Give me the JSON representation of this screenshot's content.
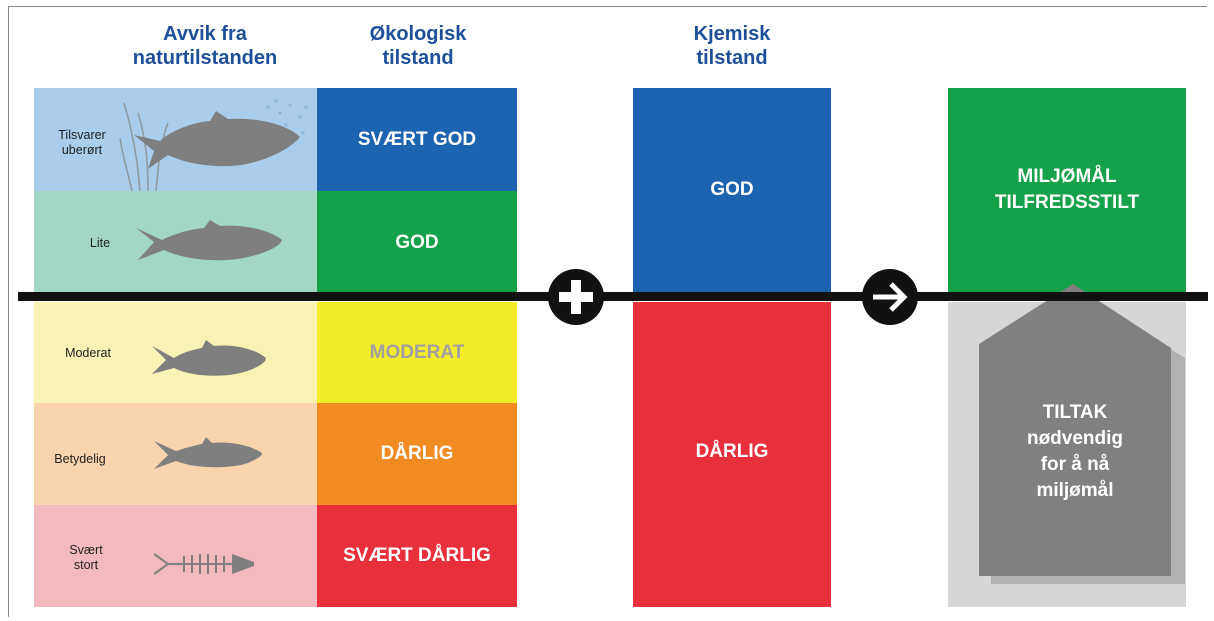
{
  "headers": {
    "deviation": "Avvik fra\nnaturtilstanden",
    "ecological": "Økologisk\ntilstand",
    "chemical": "Kjemisk\ntilstand"
  },
  "deviation_rows": [
    {
      "label": "Tilsvarer\nuberørt",
      "bg": "#a9cdea",
      "fish_icon": "trout-large-icon"
    },
    {
      "label": "Lite",
      "bg": "#a2d8c3",
      "fish_icon": "trout-icon"
    },
    {
      "label": "Moderat",
      "bg": "#f8f3b4",
      "fish_icon": "fish-medium-icon"
    },
    {
      "label": "Betydelig",
      "bg": "#fad4ad",
      "fish_icon": "fish-small-icon"
    },
    {
      "label": "Svært\nstort",
      "bg": "#f4b9be",
      "fish_icon": "fish-skeleton-icon"
    }
  ],
  "ecological_status": [
    {
      "label": "SVÆRT GOD",
      "color": "#1c63b0",
      "text_color": "#ffffff"
    },
    {
      "label": "GOD",
      "color": "#15a04a",
      "text_color": "#ffffff"
    },
    {
      "label": "MODERAT",
      "color": "#f3ec2a",
      "text_color": "#a0a0a0"
    },
    {
      "label": "DÅRLIG",
      "color": "#f28b21",
      "text_color": "#ffffff"
    },
    {
      "label": "SVÆRT DÅRLIG",
      "color": "#e8303b",
      "text_color": "#ffffff"
    }
  ],
  "chemical_status": [
    {
      "label": "GOD",
      "color": "#1c63b0"
    },
    {
      "label": "DÅRLIG",
      "color": "#e8303b"
    }
  ],
  "operators": {
    "plus_icon": "plus-circle-icon",
    "arrow_icon": "arrow-right-circle-icon"
  },
  "outcome": {
    "met": {
      "label": "MILJØMÅL\nTILFREDSSTILT",
      "color": "#15a04a"
    },
    "measures": {
      "label": "TILTAK\nnødvendig\nfor å nå\nmiljømål",
      "color": "#808080",
      "panel": "#d6d6d6"
    }
  }
}
